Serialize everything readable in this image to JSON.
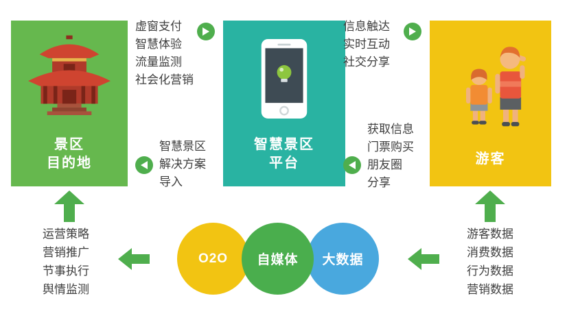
{
  "colors": {
    "destination_box": "#66b84e",
    "platform_box": "#29b3a2",
    "tourist_box": "#f2c412",
    "arrow_green": "#4fae4d",
    "venn_yellow": "#f2c412",
    "venn_green": "#4aae4d",
    "venn_blue": "#49a8de",
    "text": "#3e3e3e"
  },
  "boxes": {
    "destination": {
      "title_lines": [
        "景区",
        "目的地"
      ]
    },
    "platform": {
      "title_lines": [
        "智慧景区",
        "平台"
      ]
    },
    "tourist": {
      "title_lines": [
        "游客"
      ]
    }
  },
  "flows": {
    "destination_to_platform": {
      "lines": [
        "虚窗支付",
        "智慧体验",
        "流量监测",
        "社会化营销"
      ]
    },
    "platform_to_destination": {
      "lines": [
        "智慧景区",
        "解决方案",
        "导入"
      ]
    },
    "platform_to_tourist": {
      "lines": [
        "信息触达",
        "实时互动",
        "社交分享"
      ]
    },
    "tourist_to_platform": {
      "lines": [
        "获取信息",
        "门票购买",
        "朋友圈",
        "分享"
      ]
    }
  },
  "venn": {
    "circles": [
      {
        "label": "O2O"
      },
      {
        "label": "自媒体"
      },
      {
        "label": "大数据"
      }
    ]
  },
  "bottom_left": {
    "lines": [
      "运营策略",
      "营销推广",
      "节事执行",
      "舆情监测"
    ]
  },
  "bottom_right": {
    "lines": [
      "游客数据",
      "消费数据",
      "行为数据",
      "营销数据"
    ]
  }
}
